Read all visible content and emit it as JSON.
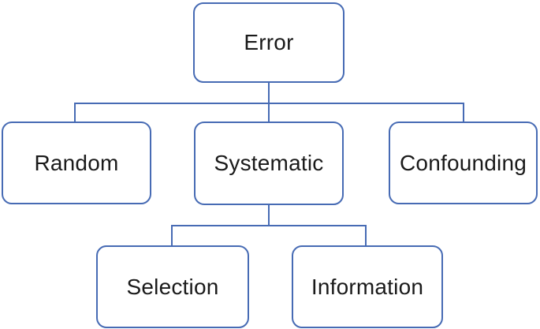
{
  "diagram": {
    "type": "tree-flowchart",
    "colors": {
      "line": "#476bb4",
      "text": "#1a1a1a",
      "background": "#ffffff"
    },
    "nodes": {
      "error": {
        "label": "Error"
      },
      "random": {
        "label": "Random"
      },
      "systematic": {
        "label": "Systematic"
      },
      "confounding": {
        "label": "Confounding"
      },
      "selection": {
        "label": "Selection"
      },
      "information": {
        "label": "Information"
      }
    },
    "edges": [
      {
        "from": "error",
        "to": "random"
      },
      {
        "from": "error",
        "to": "systematic"
      },
      {
        "from": "error",
        "to": "confounding"
      },
      {
        "from": "systematic",
        "to": "selection"
      },
      {
        "from": "systematic",
        "to": "information"
      }
    ]
  }
}
